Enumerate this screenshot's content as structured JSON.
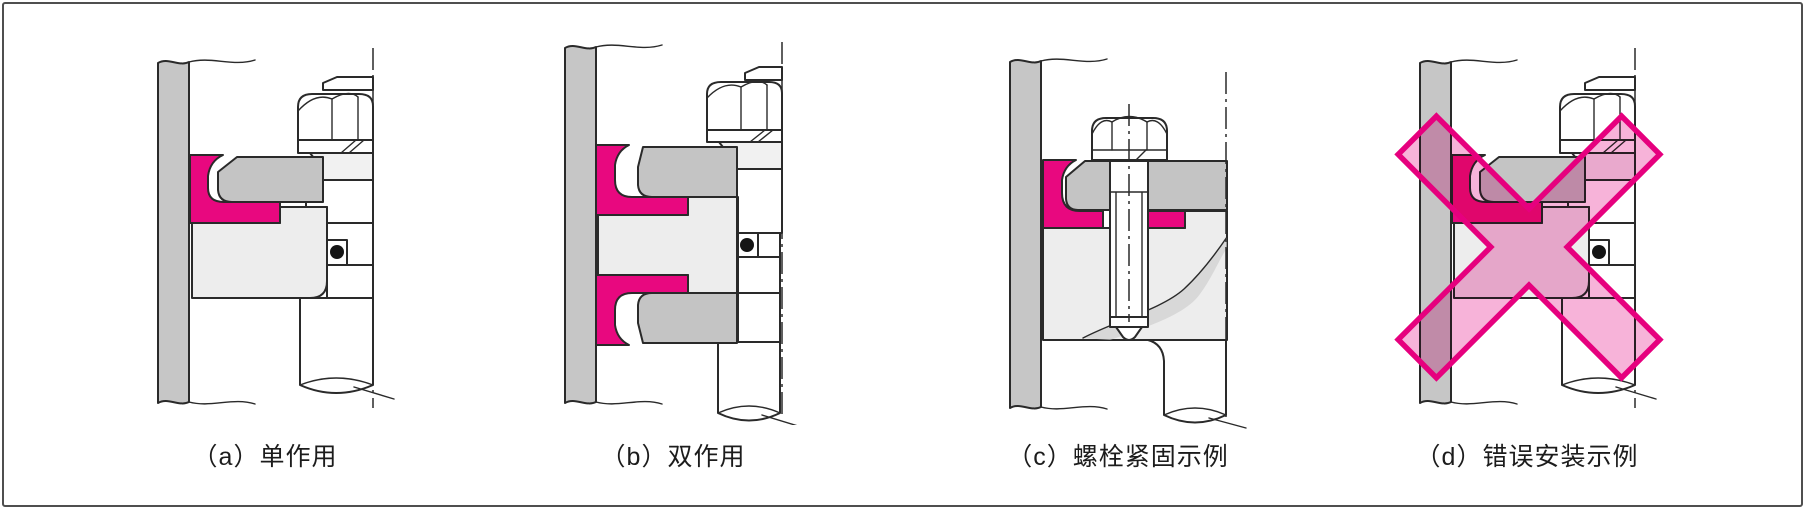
{
  "panels": [
    {
      "id": "a",
      "caption": "（a）单作用"
    },
    {
      "id": "b",
      "caption": "（b）双作用"
    },
    {
      "id": "c",
      "caption": "（c）螺栓紧固示例"
    },
    {
      "id": "d",
      "caption": "（d）错误安装示例"
    }
  ],
  "colors": {
    "seal": "#E8087F",
    "wall": "#C6C6C6",
    "gland": "#C4C4C4",
    "housing": "#EDEDED",
    "line": "#2A2A2A",
    "xfill": "#F7B3D9",
    "xstroke": "#E6007E"
  }
}
